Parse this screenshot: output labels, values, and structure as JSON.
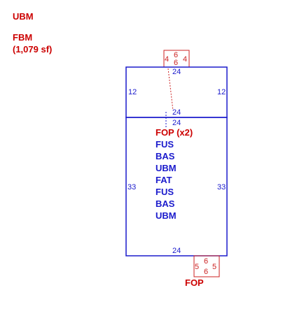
{
  "legend": {
    "title": "UBM",
    "fbm_label": "FBM",
    "fbm_area": "(1,079 sf)"
  },
  "colors": {
    "wall_blue": "#1a1acc",
    "label_red": "#cc0000"
  },
  "top_porch": {
    "side_left": "4",
    "side_right": "4",
    "top_a": "6",
    "top_b": "6"
  },
  "upper_section": {
    "top": "24",
    "left": "12",
    "right": "12",
    "bottom": "24"
  },
  "main_section": {
    "top": "24",
    "left": "33",
    "right": "33",
    "bottom": "24",
    "stack_labels": [
      {
        "text": "FOP (x2)",
        "color": "red"
      },
      {
        "text": "FUS",
        "color": "blue"
      },
      {
        "text": "BAS",
        "color": "blue"
      },
      {
        "text": "UBM",
        "color": "blue"
      },
      {
        "text": "FAT",
        "color": "blue"
      },
      {
        "text": "FUS",
        "color": "blue"
      },
      {
        "text": "BAS",
        "color": "blue"
      },
      {
        "text": "UBM",
        "color": "blue"
      }
    ]
  },
  "bottom_porch": {
    "side_left": "5",
    "side_right": "5",
    "top_a": "6",
    "top_b": "6",
    "label": "FOP"
  }
}
